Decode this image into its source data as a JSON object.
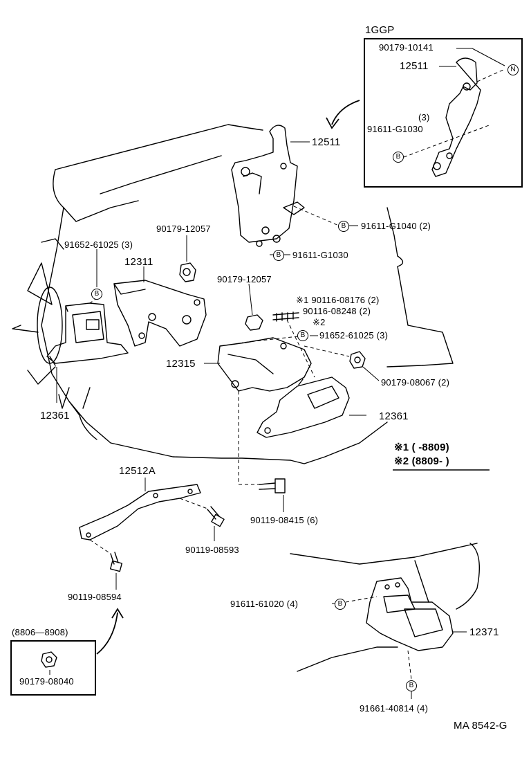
{
  "labels": {
    "inset_title": "1GGP",
    "inset_bolt": "90179-10141",
    "inset_hook": "12511",
    "inset_qty": "(3)",
    "inset_bolt2": "91611-G1030",
    "hook_main": "12511",
    "bolt_g1040": "91611-G1040 (2)",
    "bolt_g1030": "91611-G1030",
    "nut_12057_a": "90179-12057",
    "bolt_61025_a": "91652-61025 (3)",
    "bracket_12311": "12311",
    "nut_12057_b": "90179-12057",
    "stud_08176": "※1 90116-08176 (2)",
    "stud_08248": "90116-08248 (2)",
    "note_2": "※2",
    "bolt_61025_b": "91652-61025 (3)",
    "bracket_12315": "12315",
    "nut_08067": "90179-08067 (2)",
    "insulator_left": "12361",
    "insulator_right": "12361",
    "legend_1": "※1 (        -8809)",
    "legend_2": "※2 (8809-          )",
    "stay_12512a": "12512A",
    "bolt_08415": "90119-08415 (6)",
    "bolt_08593": "90119-08593",
    "bolt_08594": "90119-08594",
    "box_date": "(8806—8908)",
    "box_nut": "90179-08040",
    "bolt_61020": "91611-61020 (4)",
    "mount_12371": "12371",
    "bolt_40814": "91661-40814 (4)",
    "diagram_code": "MA 8542-G"
  },
  "symbols": {
    "b_marker": "B",
    "n_marker": "N"
  }
}
